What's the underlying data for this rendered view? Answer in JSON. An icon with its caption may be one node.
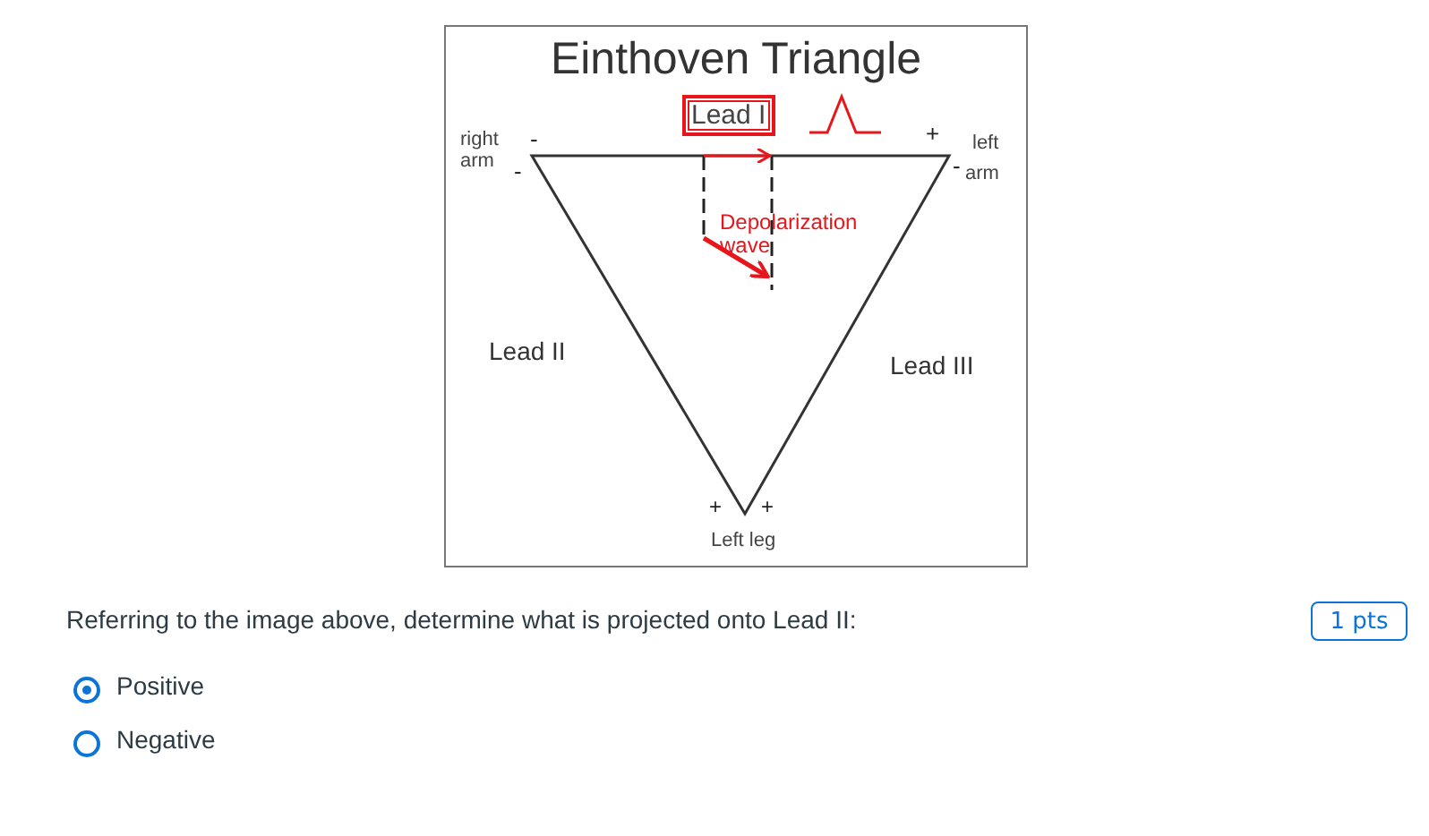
{
  "diagram": {
    "title": "Einthoven Triangle",
    "nodes": [
      {
        "text": [
          "Lead I"
        ]
      }
    ],
    "labels": [
      "right arm",
      "-",
      "-",
      "+",
      "left",
      "-",
      "arm",
      "Depolarization wave",
      "Lead II",
      "Lead III",
      "+",
      "+",
      "Left leg",
      "Referring to the image above, determine what is projected onto Lead II:",
      "1 pts",
      "Positive",
      "Negative"
    ]
  }
}
